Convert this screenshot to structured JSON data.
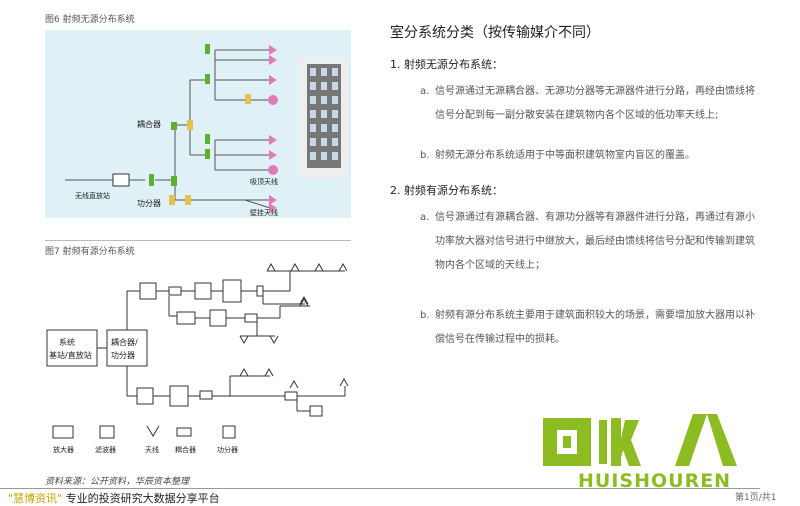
{
  "left": {
    "fig6_label": "图6 射频无源分布系统",
    "fig6_labels": {
      "coupler": "耦合器",
      "splitter": "功分器",
      "base": "无线直放站",
      "ceiling_ant": "吸顶天线",
      "wall_ant": "壁挂天线"
    },
    "fig7_label": "图7 射频有源分布系统",
    "fig7_labels": {
      "system": "系统",
      "system2": "基站/直放站",
      "coupler": "耦合器/",
      "coupler2": "功分器"
    },
    "legend": [
      "放大器",
      "滤波器",
      "天线",
      "耦合器",
      "功分器"
    ],
    "source": "资料来源：公开资料，华辰资本整理"
  },
  "right": {
    "title": "室分系统分类（按传输媒介不同）",
    "s1_heading": "1.  射频无源分布系统：",
    "s1_a_marker": "a.",
    "s1_a_line1": "信号源通过无源耦合器、无源功分器等无源器件进行分路，再经由馈线将",
    "s1_a_line2": "信号分配到每一副分散安装在建筑物内各个区域的低功率天线上;",
    "s1_b_marker": "b.",
    "s1_b_line1": "射频无源分布系统适用于中等面积建筑物室内盲区的覆盖。",
    "s2_heading": "2.  射频有源分布系统：",
    "s2_a_marker": "a.",
    "s2_a_line1": "信号源通过有源耦合器、有源功分器等有源器件进行分路，再通过有源小",
    "s2_a_line2": "功率放大器对信号进行中继放大，最后经由馈线将信号分配和传输到建筑",
    "s2_a_line3": "物内各个区域的天线上；",
    "s2_b_marker": "b.",
    "s2_b_line1": "射频有源分布系统主要用于建筑面积较大的场景，需要增加放大器用以补",
    "s2_b_line2": "偿信号在传输过程中的损耗。"
  },
  "footer": {
    "brand_part1": "\"慧博资讯\"",
    "brand_part2": "专业的投资研究大数据分享平台",
    "corner": "第1页/共1"
  },
  "logo": {
    "text": "HUISHOUREN",
    "color": "#8dbb22"
  }
}
